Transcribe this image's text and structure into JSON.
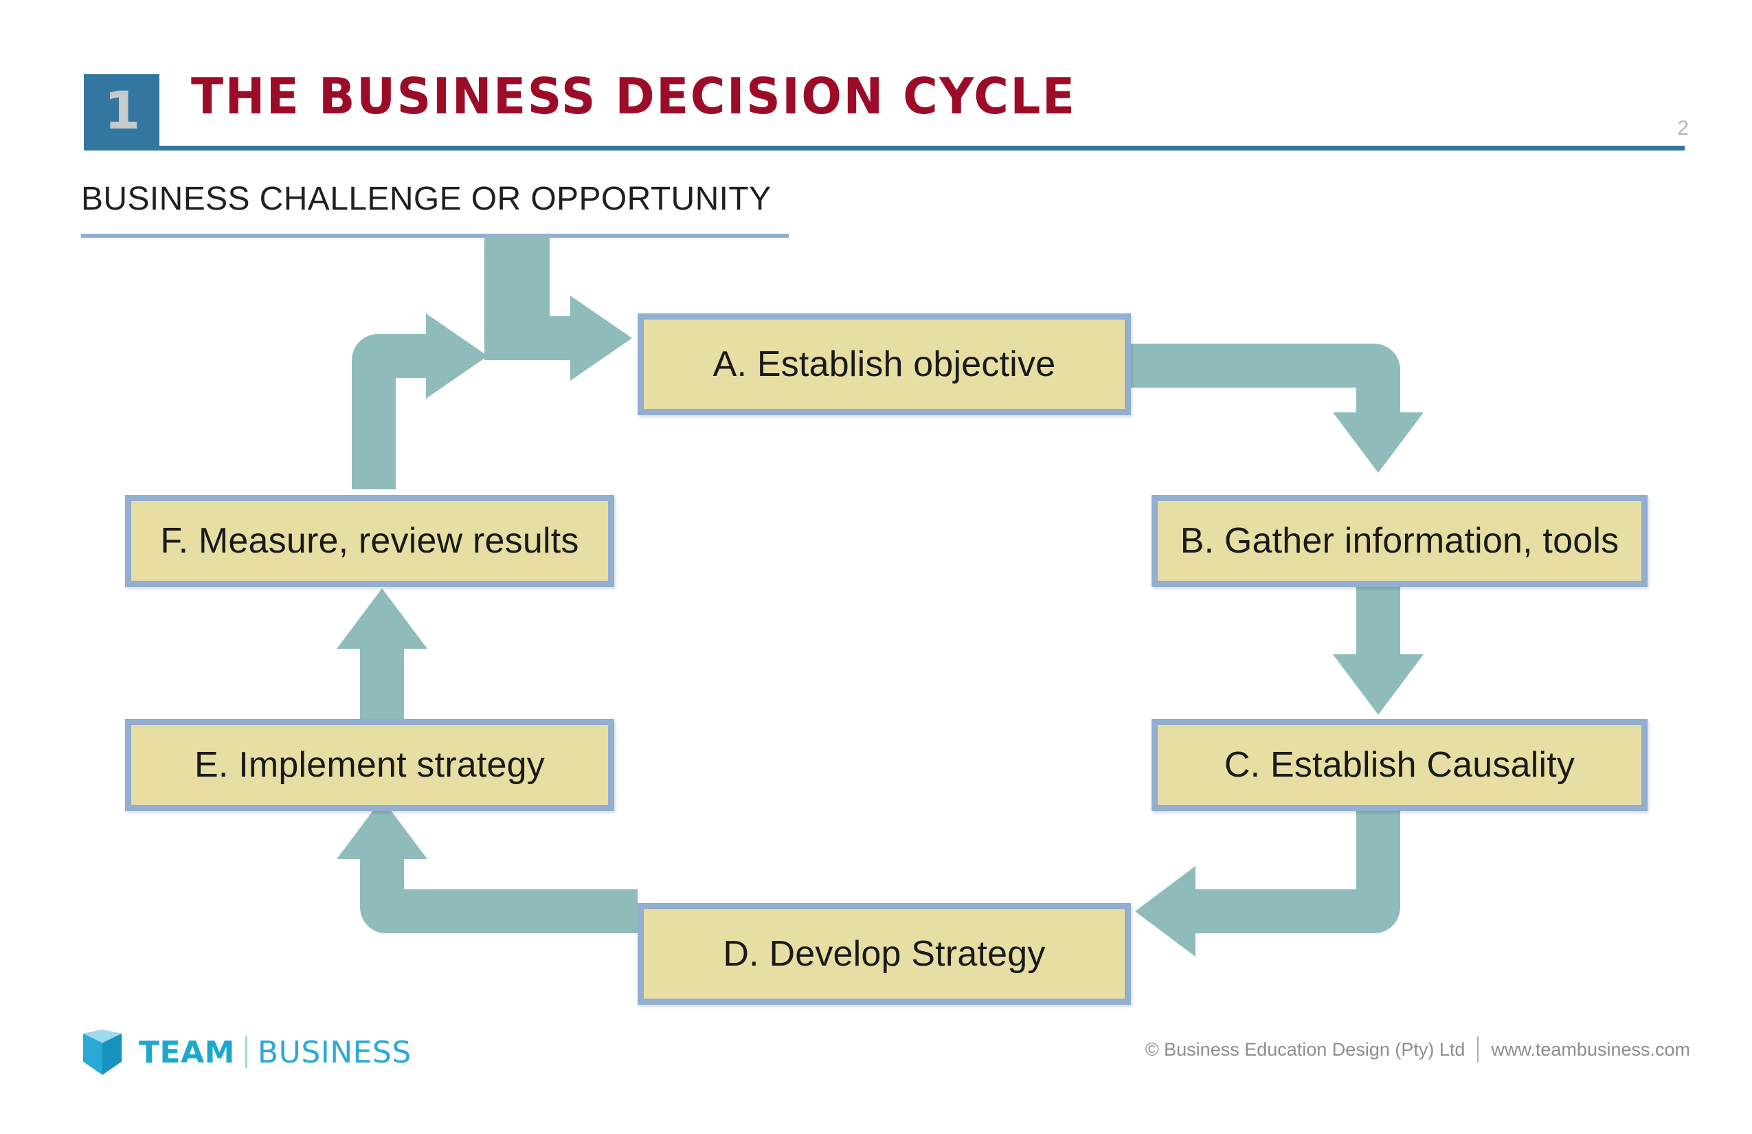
{
  "header": {
    "badge_number": "1",
    "title": "THE BUSINESS DECISION CYCLE",
    "page_number": "2",
    "accent_blue": "#33769f",
    "title_red": "#9c0b28"
  },
  "subtitle": {
    "text": "BUSINESS CHALLENGE OR OPPORTUNITY",
    "rule_color": "#92aed0"
  },
  "diagram": {
    "type": "cycle-flow",
    "node_fill": "#e7dea3",
    "node_border": "#92aed0",
    "arrow_color": "#8fbcbb",
    "nodes": [
      {
        "id": "A",
        "label": "A. Establish objective"
      },
      {
        "id": "B",
        "label": "B. Gather information, tools"
      },
      {
        "id": "C",
        "label": "C. Establish Causality"
      },
      {
        "id": "D",
        "label": "D. Develop Strategy"
      },
      {
        "id": "E",
        "label": "E. Implement strategy"
      },
      {
        "id": "F",
        "label": "F. Measure, review results"
      }
    ],
    "connections": [
      {
        "from": "challenge",
        "to": "A",
        "shape": "down-then-right"
      },
      {
        "from": "F",
        "to": "A",
        "shape": "up-then-right"
      },
      {
        "from": "A",
        "to": "B",
        "shape": "right-then-down"
      },
      {
        "from": "B",
        "to": "C",
        "shape": "down"
      },
      {
        "from": "C",
        "to": "D",
        "shape": "down-then-left"
      },
      {
        "from": "D",
        "to": "E",
        "shape": "left-then-up"
      },
      {
        "from": "E",
        "to": "F",
        "shape": "up"
      }
    ]
  },
  "footer": {
    "logo_word_1": "TEAM",
    "logo_word_2": "BUSINESS",
    "copyright": "© Business Education Design (Pty) Ltd",
    "website": "www.teambusiness.com",
    "logo_color": "#1da7ce"
  }
}
